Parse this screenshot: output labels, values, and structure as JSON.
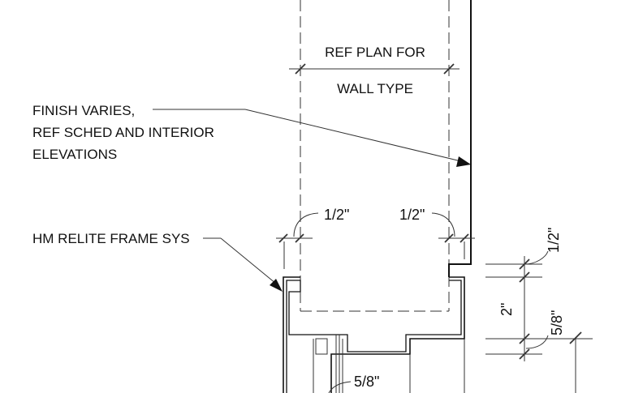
{
  "notes": {
    "ref_plan_line1": "REF PLAN FOR",
    "ref_plan_line2": "WALL TYPE",
    "finish_line1": "FINISH VARIES,",
    "finish_line2": "REF SCHED AND INTERIOR",
    "finish_line3": "ELEVATIONS",
    "frame_label": "HM RELITE FRAME SYS"
  },
  "dimensions": {
    "left_half": "1/2\"",
    "right_half": "1/2\"",
    "right_top_half": "1/2\"",
    "two_inch": "2\"",
    "five_eighths_right": "5/8\"",
    "five_eighths_bottom": "5/8\""
  }
}
